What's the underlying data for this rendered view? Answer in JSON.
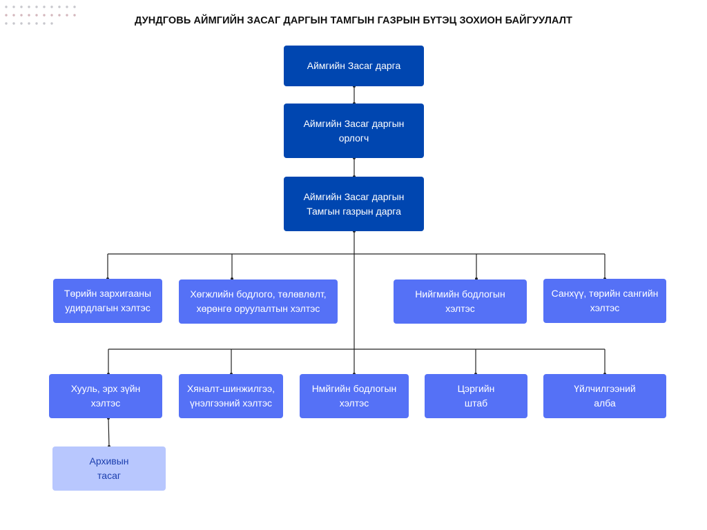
{
  "title": "ДУНДГОВЬ АЙМГИЙН ЗАСАГ ДАРГЫН ТАМГЫН ГАЗРЫН БҮТЭЦ ЗОХИОН БАЙГУУЛАЛТ",
  "colors": {
    "dark_box": "#0046b0",
    "mid_box": "#5571f6",
    "light_box": "#b8c7fe",
    "light_text": "#1c3fae",
    "line": "#222222"
  },
  "nodes": {
    "governor": "Аймгийн Засаг дарга",
    "deputy_governor": "Аймгийн Засаг даргын\nорлогч",
    "chief_of_office": "Аймгийн Засаг даргын\nТамгын газрын дарга",
    "public_admin": "Төрийн зархигааны\nудирдлагын хэлтэс",
    "development_policy": "Хөгжлийн бодлого, төлөвлөлт,\nхөрөнгө оруулалтын хэлтэс",
    "social_policy": "Нийгмийн бодлогын\nхэлтэс",
    "finance": "Санхүү, төрийн сангийн\nхэлтэс",
    "legal": "Хууль, эрх зүйн\nхэлтэс",
    "monitoring": "Хяналт-шинжилгээ,\nүнэлгээний хэлтэс",
    "social_policy_2": "Нмйгийн бодлогын\nхэлтэс",
    "military_staff": "Цэргийн\nштаб",
    "service_unit": "Үйлчилгээний\nалба",
    "archive": "Архивын\nтасаг"
  }
}
